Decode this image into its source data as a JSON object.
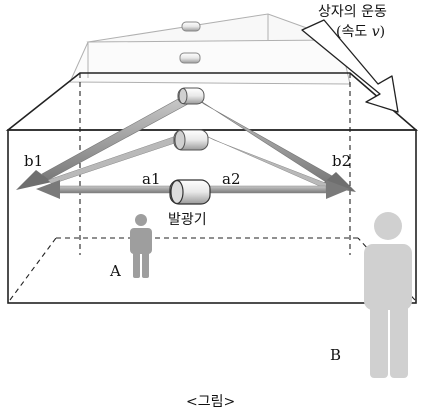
{
  "motion_label": {
    "line1": "상자의 운동",
    "line2_prefix": "(속도 ",
    "line2_var": "v",
    "line2_suffix": ")"
  },
  "labels": {
    "b1": "b1",
    "b2": "b2",
    "a1": "a1",
    "a2": "a2",
    "emitter": "발광기",
    "observer_a": "A",
    "observer_b": "B"
  },
  "caption": "<그림>",
  "colors": {
    "box_outline": "#222222",
    "light_ray": "#8a8a8a",
    "person": "#9e9e9e",
    "person_b": "#d0d0d0",
    "faded_box": "#b0b0b0"
  }
}
